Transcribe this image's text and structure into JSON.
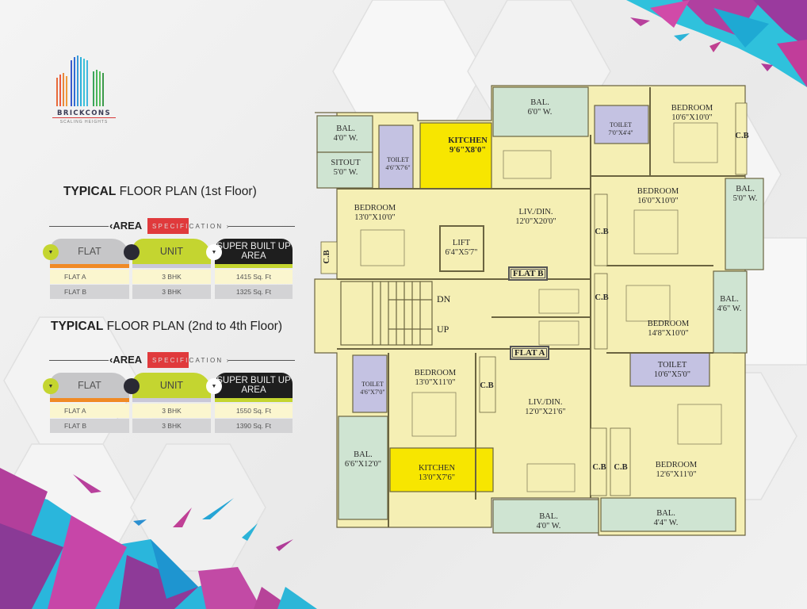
{
  "brand": {
    "name": "BRICKCONS",
    "tagline": "SCALING HEIGHTS"
  },
  "colors": {
    "accent_red": "#e03a3c",
    "accent_green": "#c4d530",
    "accent_orange": "#f08a25",
    "header_grey": "#c6c6c8",
    "header_black": "#1e1e1e",
    "row_light": "#fbf6cf",
    "row_grey": "#d3d3d5",
    "plan_yellow": "#f5efb4",
    "balcony_green": "#cfe4d2",
    "toilet_purple": "#c4c2e2",
    "kitchen_yellow": "#f7e600"
  },
  "sections": [
    {
      "title_bold": "TYPICAL",
      "title_rest": " FLOOR PLAN (1st Floor)",
      "area_word": "AREA",
      "spec_word_a": "SPECIFI",
      "spec_word_b": "CATION",
      "headers": {
        "flat": "FLAT",
        "unit": "UNIT",
        "area": "SUPER BUILT UP AREA"
      },
      "rows": [
        {
          "flat": "FLAT A",
          "unit": "3 BHK",
          "area": "1415 Sq. Ft"
        },
        {
          "flat": "FLAT B",
          "unit": "3 BHK",
          "area": "1325 Sq. Ft"
        }
      ]
    },
    {
      "title_bold": "TYPICAL",
      "title_rest": " FLOOR PLAN (2nd to 4th Floor)",
      "area_word": "AREA",
      "spec_word_a": "SPECIFI",
      "spec_word_b": "CATION",
      "headers": {
        "flat": "FLAT",
        "unit": "UNIT",
        "area": "SUPER BUILT UP AREA"
      },
      "rows": [
        {
          "flat": "FLAT A",
          "unit": "3 BHK",
          "area": "1550 Sq. Ft"
        },
        {
          "flat": "FLAT B",
          "unit": "3 BHK",
          "area": "1390 Sq. Ft"
        }
      ]
    }
  ],
  "floor_plan": {
    "flat_tags": {
      "a": "FLAT A",
      "b": "FLAT B"
    },
    "stairs": {
      "down": "DN",
      "up": "UP"
    },
    "rooms": {
      "bal_4w": {
        "name": "BAL.",
        "dim": "4'0\" W."
      },
      "sitout": {
        "name": "SITOUT",
        "dim": "5'0\" W."
      },
      "toilet_b1": {
        "name": "TOILET",
        "dim": "4'6\"X7'6\""
      },
      "kitchen_b": {
        "name": "KITCHEN",
        "dim": "9'6\"X8'0\""
      },
      "bal_6w": {
        "name": "BAL.",
        "dim": "6'0\" W."
      },
      "toilet_b2": {
        "name": "TOILET",
        "dim": "7'0\"X4'4\""
      },
      "bedroom_b1": {
        "name": "BEDROOM",
        "dim": "10'6\"X10'0\""
      },
      "cb_b1": {
        "name": "C.B"
      },
      "bedroom_b2": {
        "name": "BEDROOM",
        "dim": "13'0\"X10'0\""
      },
      "cb_b2": {
        "name": "C.B"
      },
      "liv_din_b": {
        "name": "LIV./DIN.",
        "dim": "12'0\"X20'0\""
      },
      "lift": {
        "name": "LIFT",
        "dim": "6'4\"X5'7\""
      },
      "cb_b3": {
        "name": "C.B"
      },
      "bedroom_b3": {
        "name": "BEDROOM",
        "dim": "16'0\"X10'0\""
      },
      "bal_5w": {
        "name": "BAL.",
        "dim": "5'0\" W."
      },
      "cb_a1": {
        "name": "C.B"
      },
      "bedroom_a1": {
        "name": "BEDROOM",
        "dim": "14'8\"X10'0\""
      },
      "bal_46w": {
        "name": "BAL.",
        "dim": "4'6\" W."
      },
      "toilet_a1": {
        "name": "TOILET",
        "dim": "10'6\"X5'0\""
      },
      "toilet_a2": {
        "name": "TOILET",
        "dim": "4'6\"X7'0\""
      },
      "bedroom_a2": {
        "name": "BEDROOM",
        "dim": "13'0\"X11'0\""
      },
      "cb_a2": {
        "name": "C.B"
      },
      "liv_din_a": {
        "name": "LIV./DIN.",
        "dim": "12'0\"X21'6\""
      },
      "bal_a_big": {
        "name": "BAL.",
        "dim": "6'6\"X12'0\""
      },
      "kitchen_a": {
        "name": "KITCHEN",
        "dim": "13'0\"X7'6\""
      },
      "cb_a3": {
        "name": "C.B"
      },
      "cb_a4": {
        "name": "C.B"
      },
      "bedroom_a3": {
        "name": "BEDROOM",
        "dim": "12'6\"X11'0\""
      },
      "bal_a_4w": {
        "name": "BAL.",
        "dim": "4'0\" W."
      },
      "bal_a_44w": {
        "name": "BAL.",
        "dim": "4'4\" W."
      }
    }
  }
}
